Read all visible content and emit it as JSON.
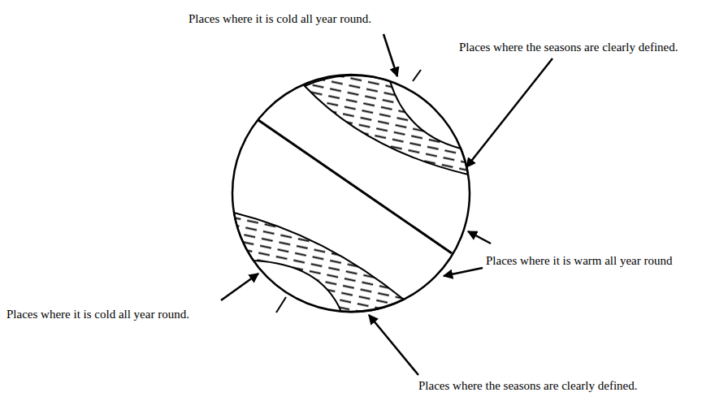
{
  "diagram": {
    "labels": [
      "Places where it is cold all year round.",
      "Places where the seasons are clearly defined.",
      "Places where it is warm all year round",
      "Places where it is cold all year round.",
      "Places where the seasons are clearly defined."
    ]
  }
}
